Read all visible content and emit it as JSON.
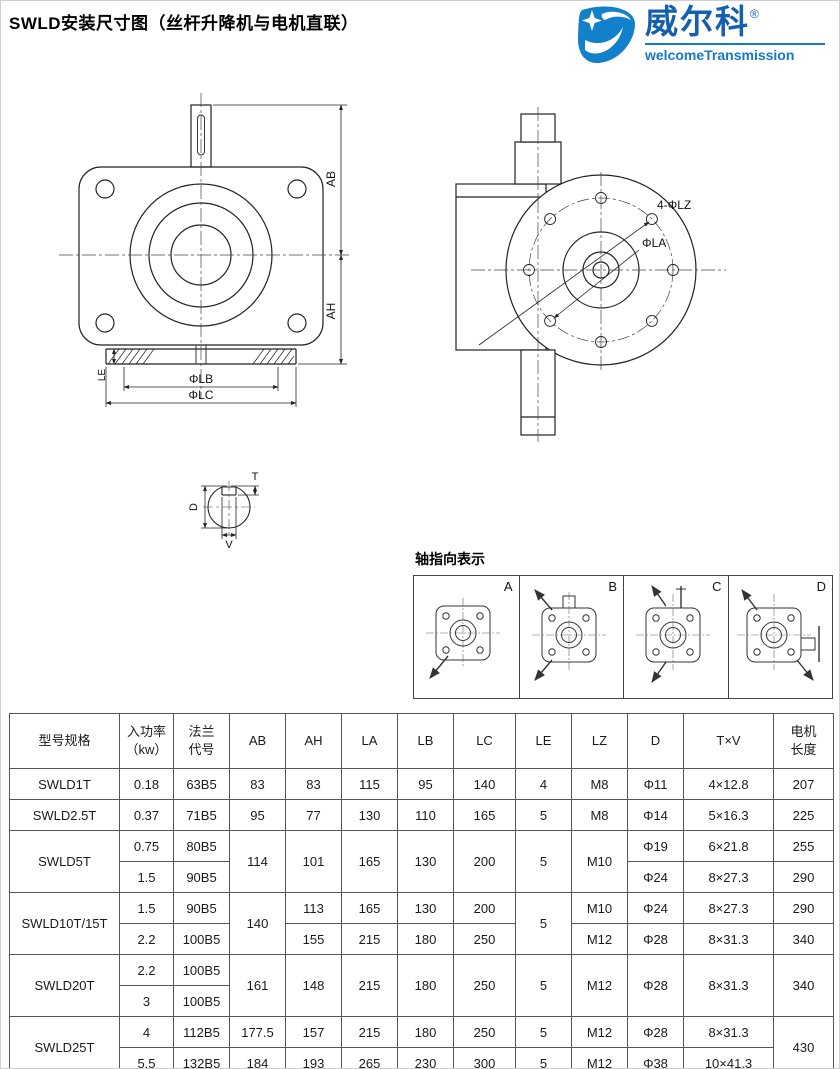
{
  "page": {
    "title": "SWLD安装尺寸图（丝杆升降机与电机直联）"
  },
  "logo": {
    "brand": "威尔科",
    "reg": "®",
    "subtitle": "welcomeTransmission",
    "brand_color": "#1460ae",
    "accent_color": "#1578c8"
  },
  "front_view": {
    "ab": "AB",
    "ah": "AH",
    "lb": "ΦLB",
    "lc": "ΦLC",
    "le": "LE"
  },
  "top_view": {
    "lz": "4-ΦLZ",
    "la": "ΦLA"
  },
  "detail_view": {
    "d": "D",
    "t": "T",
    "v": "V"
  },
  "axis_panel": {
    "title": "轴指向表示",
    "labels": [
      "A",
      "B",
      "C",
      "D"
    ]
  },
  "table": {
    "headers": [
      [
        "型号规格"
      ],
      [
        "入功率",
        "（kw）"
      ],
      [
        "法兰",
        "代号"
      ],
      [
        "AB"
      ],
      [
        "AH"
      ],
      [
        "LA"
      ],
      [
        "LB"
      ],
      [
        "LC"
      ],
      [
        "LE"
      ],
      [
        "LZ"
      ],
      [
        "D"
      ],
      [
        "T×V"
      ],
      [
        "电机",
        "长度"
      ]
    ],
    "rows": [
      [
        "SWLD1T",
        "0.18",
        "63B5",
        "83",
        "83",
        "115",
        "95",
        "140",
        "4",
        "M8",
        "Φ11",
        "4×12.8",
        "207"
      ],
      [
        "SWLD2.5T",
        "0.37",
        "71B5",
        "95",
        "77",
        "130",
        "110",
        "165",
        "5",
        "M8",
        "Φ14",
        "5×16.3",
        "225"
      ],
      [
        {
          "t": "SWLD5T",
          "rs": 2
        },
        "0.75",
        "80B5",
        {
          "t": "114",
          "rs": 2
        },
        {
          "t": "101",
          "rs": 2
        },
        {
          "t": "165",
          "rs": 2
        },
        {
          "t": "130",
          "rs": 2
        },
        {
          "t": "200",
          "rs": 2
        },
        {
          "t": "5",
          "rs": 2
        },
        {
          "t": "M10",
          "rs": 2
        },
        "Φ19",
        "6×21.8",
        "255"
      ],
      [
        "1.5",
        "90B5",
        "Φ24",
        "8×27.3",
        "290"
      ],
      [
        {
          "t": "SWLD10T/15T",
          "rs": 2
        },
        "1.5",
        "90B5",
        {
          "t": "140",
          "rs": 2
        },
        "113",
        "165",
        "130",
        "200",
        {
          "t": "5",
          "rs": 2
        },
        "M10",
        "Φ24",
        "8×27.3",
        "290"
      ],
      [
        "2.2",
        "100B5",
        "155",
        "215",
        "180",
        "250",
        "M12",
        "Φ28",
        "8×31.3",
        "340"
      ],
      [
        {
          "t": "SWLD20T",
          "rs": 2
        },
        "2.2",
        "100B5",
        {
          "t": "161",
          "rs": 2
        },
        {
          "t": "148",
          "rs": 2
        },
        {
          "t": "215",
          "rs": 2
        },
        {
          "t": "180",
          "rs": 2
        },
        {
          "t": "250",
          "rs": 2
        },
        {
          "t": "5",
          "rs": 2
        },
        {
          "t": "M12",
          "rs": 2
        },
        {
          "t": "Φ28",
          "rs": 2
        },
        {
          "t": "8×31.3",
          "rs": 2
        },
        {
          "t": "340",
          "rs": 2
        }
      ],
      [
        "3",
        "100B5"
      ],
      [
        {
          "t": "SWLD25T",
          "rs": 2
        },
        "4",
        "112B5",
        "177.5",
        "157",
        "215",
        "180",
        "250",
        "5",
        "M12",
        "Φ28",
        "8×31.3",
        {
          "t": "430",
          "rs": 2
        }
      ],
      [
        "5.5",
        "132B5",
        "184",
        "193",
        "265",
        "230",
        "300",
        "5",
        "M12",
        "Φ38",
        "10×41.3"
      ]
    ]
  }
}
